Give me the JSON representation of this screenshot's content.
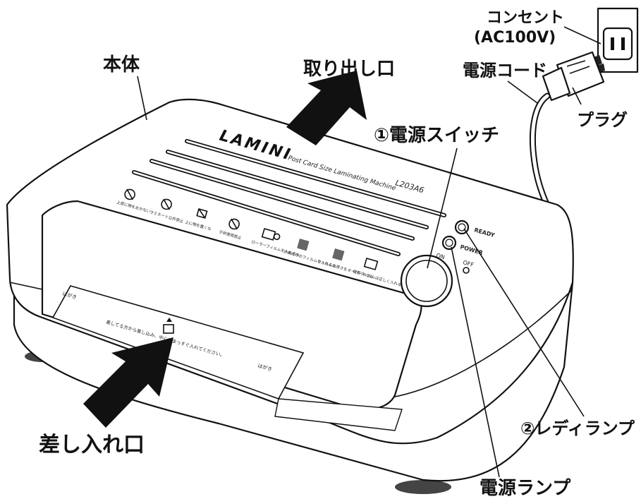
{
  "labels": {
    "body": "本体",
    "outlet_line1": "コンセント",
    "outlet_line2": "(AC100V)",
    "output_slot": "取り出し口",
    "power_cord": "電源コード",
    "plug": "プラグ",
    "power_switch": "①電源スイッチ",
    "insertion_slot": "差し入れ口",
    "ready_lamp": "②レディランプ",
    "power_lamp": "電源ランプ"
  },
  "device": {
    "brand": "LAMINI",
    "model_desc": "Post Card Size Laminating Machine",
    "model_no": "L203A6",
    "ready": "READY",
    "power": "POWER",
    "on": "ON",
    "off": "OFF",
    "guide_text": "差してる方から差し込み、中心にまっすぐ入れてください。",
    "hagaki_left": "はがき",
    "hagaki_right": "はがき",
    "warnings": [
      "上部に物をおかない",
      "ラミネート以外禁止",
      "上に物を置くな",
      "子供使用禁止",
      "ローラーフィルムを入れるな",
      "片側だけのフィルムを入れるな",
      "フィルムの厚さをオーバーするな",
      "使用フィルムは正しく入れる"
    ]
  }
}
